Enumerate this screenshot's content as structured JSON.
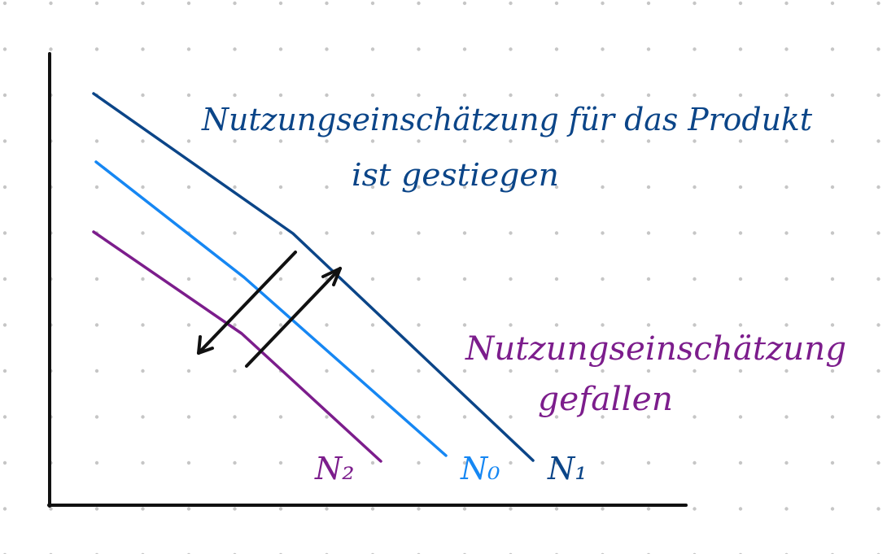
{
  "annotations": {
    "increase_line1": "Nutzungseinschätzung für das Produkt",
    "increase_line2": "ist gestiegen",
    "decrease_line1": "Nutzungseinschätzung",
    "decrease_line2": "gefallen"
  },
  "curves": {
    "n1_label": "N₁",
    "n0_label": "N₀",
    "n2_label": "N₂"
  },
  "colors": {
    "n1": "#0b4588",
    "n0": "#1687f3",
    "n2": "#7c1d8c",
    "axes": "#111111",
    "arrows": "#111111",
    "dots": "#c6c6c6"
  },
  "icons": {
    "shift_outward": "double-headed-arrow",
    "shift_inward": "double-headed-arrow"
  }
}
